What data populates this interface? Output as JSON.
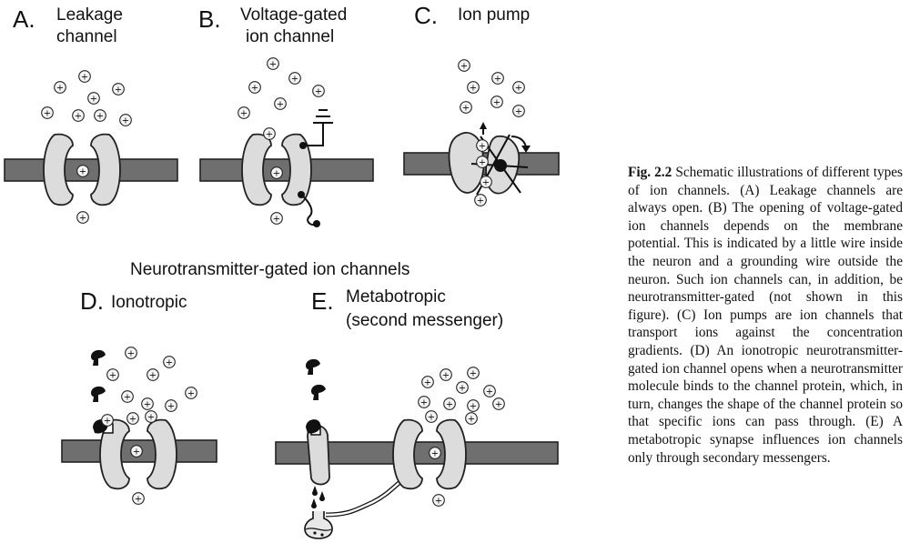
{
  "panels": {
    "a": {
      "letter": "A.",
      "title_line1": "Leakage",
      "title_line2": "channel"
    },
    "b": {
      "letter": "B.",
      "title_line1": "Voltage-gated",
      "title_line2": "ion channel"
    },
    "c": {
      "letter": "C.",
      "title_line1": "Ion pump"
    },
    "d": {
      "letter": "D.",
      "title_line1": "Ionotropic"
    },
    "e": {
      "letter": "E.",
      "title_line1": "Metabotropic",
      "title_line2": "(second messenger)"
    }
  },
  "section_title": "Neurotransmitter-gated ion channels",
  "ion_symbol": "+",
  "caption": {
    "label": "Fig. 2.2",
    "text": "Schematic illustrations of different types of ion channels. (A) Leakage channels are always open. (B) The opening of voltage-gated ion channels depends on the membrane potential. This is indicated by a little wire inside the neuron and a grounding wire outside the neuron. Such ion channels can, in addition, be neurotransmitter-gated (not shown in this figure). (C) Ion pumps are ion channels that transport ions against the concentration gradients. (D) An ionotropic neurotransmitter-gated ion channel opens when a neurotransmitter molecule binds to the channel protein, which, in turn, changes the shape of the channel protein so that specific ions can pass through. (E) A metabotropic synapse influences ion channels only through secondary messengers."
  },
  "colors": {
    "membrane": "#6f6f6f",
    "channel": "#dcdcdc",
    "ink": "#111111"
  }
}
